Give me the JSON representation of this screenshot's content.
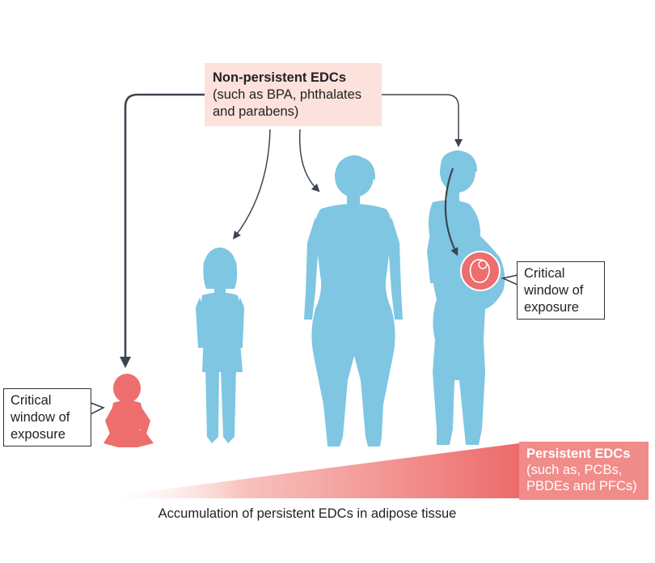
{
  "non_persistent": {
    "title": "Non-persistent EDCs",
    "line1": "(such as BPA, phthalates",
    "line2": "and parabens)"
  },
  "callout_right": {
    "line1": "Critical",
    "line2": "window of",
    "line3": "exposure"
  },
  "callout_left": {
    "line1": "Critical",
    "line2": "window of",
    "line3": "exposure"
  },
  "persistent": {
    "title": "Persistent EDCs",
    "line1": "(such as, PCBs,",
    "line2": "PBDEs and PFCs)"
  },
  "caption": "Accumulation of persistent EDCs in adipose tissue",
  "colors": {
    "figure_blue": "#7ec6e2",
    "accent_red": "#ee6d6d",
    "box_pink": "#fce1dc",
    "persistent_box": "#f08c89",
    "arrow": "#3b4550"
  }
}
